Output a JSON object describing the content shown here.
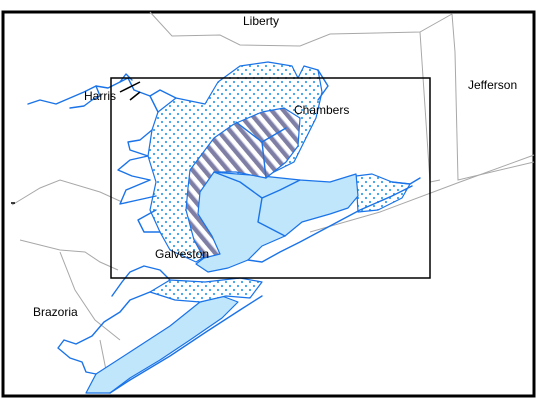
{
  "map": {
    "counties": {
      "liberty": "Liberty",
      "jefferson": "Jefferson",
      "harris": "Harris",
      "chambers": "Chambers",
      "galveston": "Galveston",
      "brazoria": "Brazoria"
    },
    "colors": {
      "water_fill": "#bfe6fb",
      "shoreline": "#1a73e8",
      "county_boundary": "#a8a8a8",
      "dot_pattern": "#3aa0e6",
      "hatch_light": "#ffffff",
      "hatch_dark": "#7f7fa6",
      "frame": "#000000"
    },
    "legend_patterns": [
      "dotted-stipple",
      "diagonal-hatch",
      "solid-water"
    ]
  }
}
